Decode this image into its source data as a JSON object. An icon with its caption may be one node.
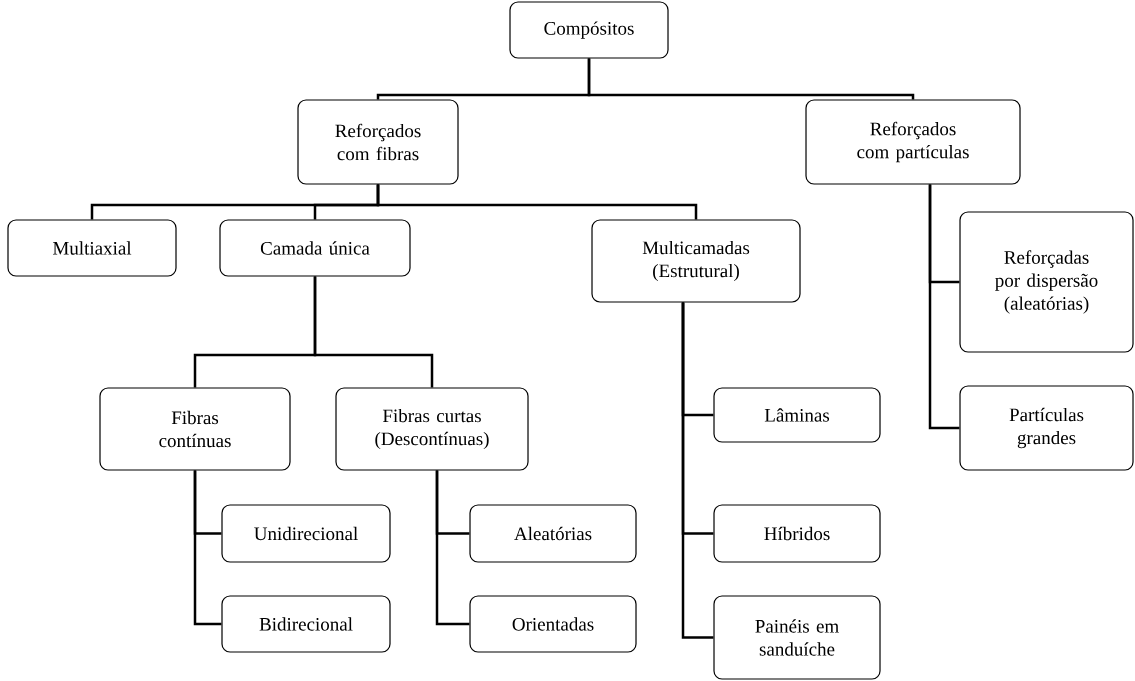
{
  "diagram": {
    "nodes": [
      {
        "text": [
          "Compósitos"
        ]
      },
      {
        "text": [
          "Reforçados com fibras"
        ]
      },
      {
        "text": [
          "Reforçados com partículas"
        ]
      },
      {
        "text": [
          "Multiaxial"
        ]
      },
      {
        "text": [
          "Camada única"
        ]
      },
      {
        "text": [
          "Multicamadas (Estrutural)"
        ]
      },
      {
        "text": [
          "Reforçadas por dispersão (aleatórias)"
        ]
      },
      {
        "text": [
          "Partículas grandes"
        ]
      },
      {
        "text": [
          "Fibras contínuas"
        ]
      },
      {
        "text": [
          "Fibras curtas (Descontínuas)"
        ]
      },
      {
        "text": [
          "Lâminas"
        ]
      },
      {
        "text": [
          "Unidirecional"
        ]
      },
      {
        "text": [
          "Aleatórias"
        ]
      },
      {
        "text": [
          "Híbridos"
        ]
      },
      {
        "text": [
          "Bidirecional"
        ]
      },
      {
        "text": [
          "Orientadas"
        ]
      },
      {
        "text": [
          "Painéis em sanduíche"
        ]
      }
    ],
    "edges": [
      {
        "from": 0,
        "to": 1,
        "arrow": "none"
      },
      {
        "from": 0,
        "to": 2,
        "arrow": "none"
      },
      {
        "from": 1,
        "to": 3,
        "arrow": "none"
      },
      {
        "from": 1,
        "to": 4,
        "arrow": "none"
      },
      {
        "from": 1,
        "to": 5,
        "arrow": "none"
      },
      {
        "from": 2,
        "to": 6,
        "arrow": "none"
      },
      {
        "from": 2,
        "to": 7,
        "arrow": "none"
      },
      {
        "from": 4,
        "to": 8,
        "arrow": "none"
      },
      {
        "from": 4,
        "to": 9,
        "arrow": "none"
      },
      {
        "from": 5,
        "to": 10,
        "arrow": "none"
      },
      {
        "from": 5,
        "to": 13,
        "arrow": "none"
      },
      {
        "from": 5,
        "to": 16,
        "arrow": "none"
      },
      {
        "from": 8,
        "to": 11,
        "arrow": "none"
      },
      {
        "from": 8,
        "to": 14,
        "arrow": "none"
      },
      {
        "from": 9,
        "to": 12,
        "arrow": "none"
      },
      {
        "from": 9,
        "to": 15,
        "arrow": "none"
      }
    ]
  }
}
